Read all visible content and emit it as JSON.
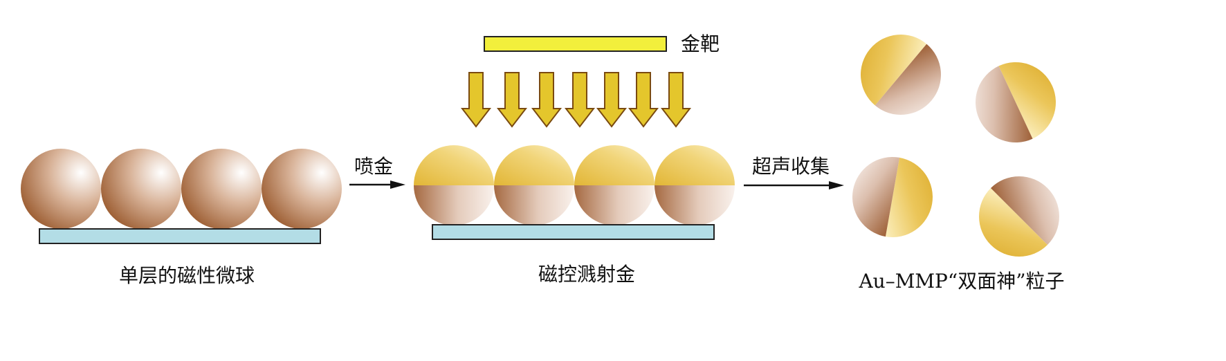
{
  "stages": [
    {
      "id": "stage1",
      "caption": "单层的磁性微球"
    },
    {
      "id": "stage2",
      "caption": "磁控溅射金"
    },
    {
      "id": "stage3",
      "caption": "Au–MMP“双面神”粒子"
    }
  ],
  "target_label": "金靶",
  "arrows": [
    {
      "id": "spray",
      "label": "喷金"
    },
    {
      "id": "collect",
      "label": "超声收集"
    }
  ],
  "colors": {
    "bead_dark": "#9a5a2e",
    "bead_mid": "#c89a7a",
    "bead_light": "#f7ede6",
    "gold_light": "#fbecb0",
    "gold": "#e9c44f",
    "gold_dark": "#d9a926",
    "substrate": "#b3dde6",
    "target": "#f2ef3c",
    "sputter_arrow": "#e4c62c",
    "sputter_arrow_outline": "#7a4a10"
  }
}
